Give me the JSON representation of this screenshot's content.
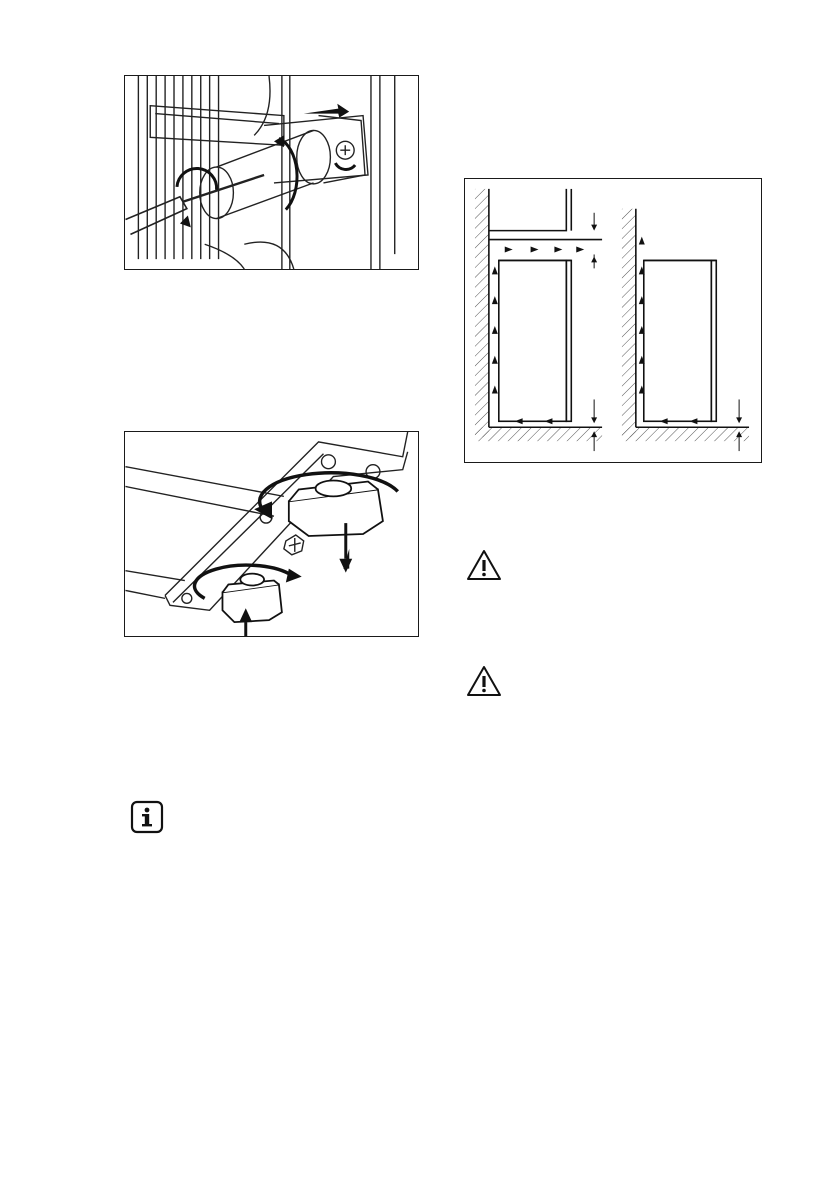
{
  "page": {
    "figures": [
      {
        "id": "fig-hinge-screw",
        "icon": "screwdriver-hinge-illustration"
      },
      {
        "id": "fig-feet-adjust",
        "icon": "adjustable-feet-illustration"
      },
      {
        "id": "fig-ventilation",
        "icon": "ventilation-clearance-diagram"
      }
    ],
    "notices": [
      {
        "type": "info",
        "icon": "info-icon"
      },
      {
        "type": "warning",
        "icon": "warning-icon"
      },
      {
        "type": "warning",
        "icon": "warning-icon"
      }
    ]
  }
}
